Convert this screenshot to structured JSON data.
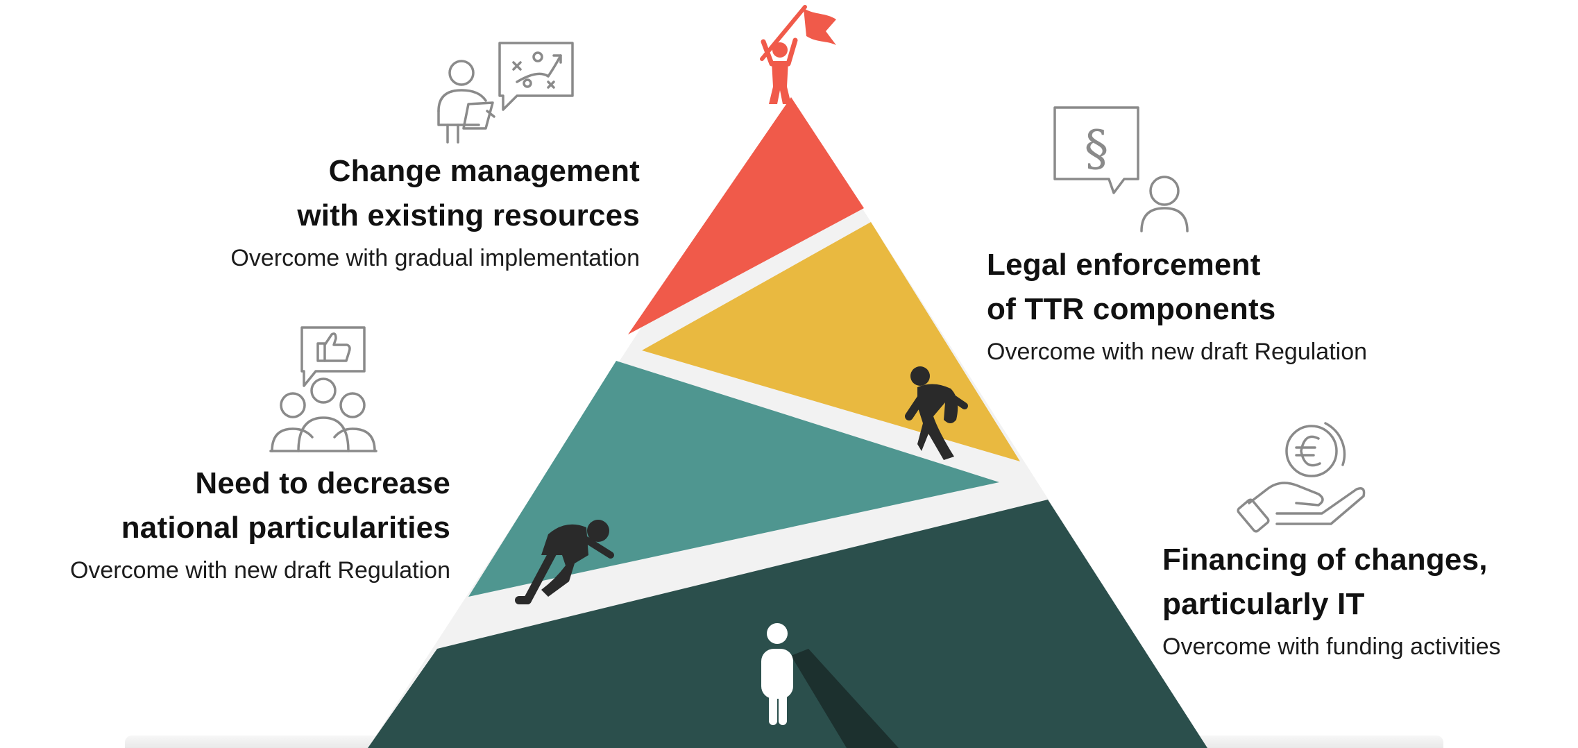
{
  "colors": {
    "top": "#f05a4a",
    "second": "#e9b940",
    "third": "#4f9690",
    "base": "#2b4f4c",
    "separator": "#f2f2f2",
    "icon_stroke": "#8a8a8a",
    "figure_dark": "#2a2a2a"
  },
  "challenges": [
    {
      "title_line1": "Change management",
      "title_line2": "with existing resources",
      "subtitle": "Overcome with gradual implementation",
      "icon": "presenter-strategy-board-icon"
    },
    {
      "title_line1": "Need to decrease",
      "title_line2": "national particularities",
      "subtitle": "Overcome with new draft Regulation",
      "icon": "group-thumbs-up-icon"
    },
    {
      "title_line1": "Legal enforcement",
      "title_line2": "of TTR components",
      "subtitle": "Overcome with new draft Regulation",
      "icon": "paragraph-speech-person-icon"
    },
    {
      "title_line1": "Financing of changes,",
      "title_line2": "particularly IT",
      "subtitle": "Overcome with funding activities",
      "icon": "euro-hand-icon"
    }
  ]
}
